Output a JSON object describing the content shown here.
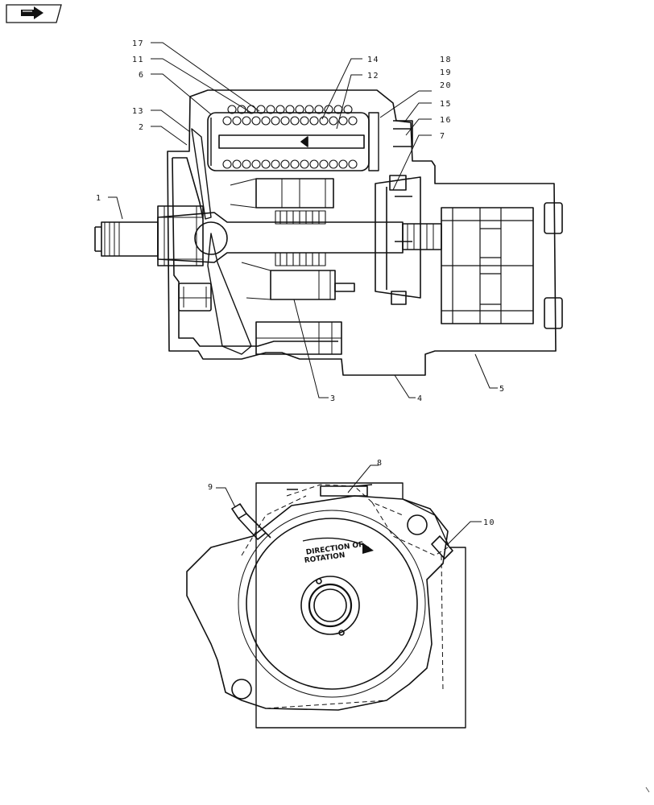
{
  "nav": {
    "icon": "forward-arrow-icon"
  },
  "callouts": {
    "c1": "1",
    "c2": "2",
    "c3": "3",
    "c4": "4",
    "c5": "5",
    "c6": "6",
    "c7": "7",
    "c8": "8",
    "c9": "9",
    "c10": "10",
    "c11": "11",
    "c12": "12",
    "c13": "13",
    "c14": "14",
    "c15": "15",
    "c16": "16",
    "c17": "17",
    "c18": "18",
    "c19": "19",
    "c20": "20"
  },
  "rotation_label": {
    "line1": "DIRECTION OF",
    "line2": "ROTATION"
  }
}
